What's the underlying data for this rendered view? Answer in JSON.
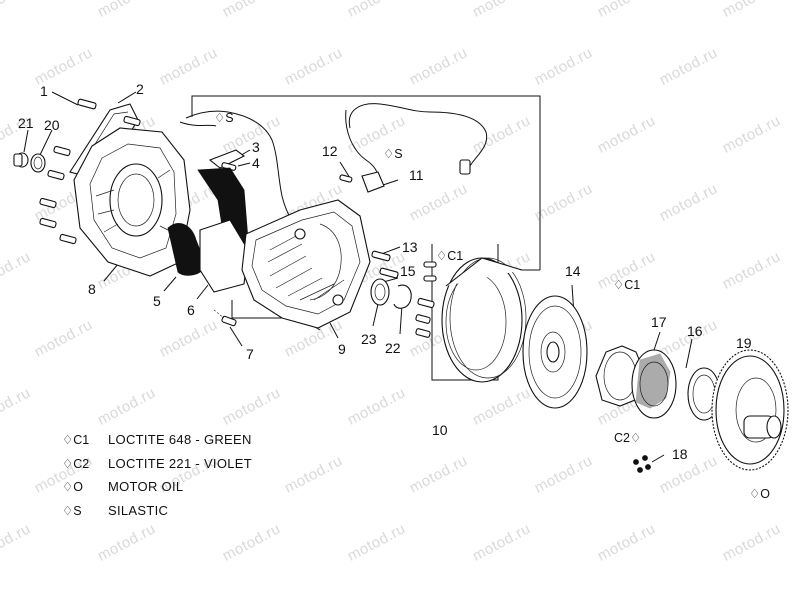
{
  "watermark": "motod.ru",
  "callouts": [
    "1",
    "2",
    "3",
    "4",
    "5",
    "6",
    "7",
    "8",
    "9",
    "10",
    "11",
    "12",
    "13",
    "14",
    "15",
    "16",
    "17",
    "18",
    "19",
    "20",
    "21",
    "22",
    "23"
  ],
  "part_notes": {
    "silastic_1": "S",
    "silastic_2": "S",
    "loctite_c1_1": "C1",
    "loctite_c1_2": "C1",
    "loctite_c2": "C2",
    "motor_oil": "O"
  },
  "legend": [
    {
      "symbol": "C1",
      "text": "LOCTITE 648 - GREEN"
    },
    {
      "symbol": "C2",
      "text": "LOCTITE 221 - VIOLET"
    },
    {
      "symbol": "O",
      "text": "MOTOR OIL"
    },
    {
      "symbol": "S",
      "text": "SILASTIC"
    }
  ]
}
